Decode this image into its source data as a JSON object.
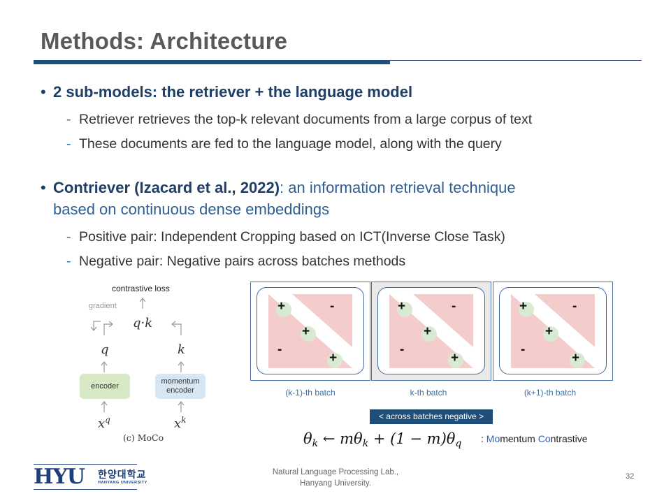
{
  "slide": {
    "title": "Methods: Architecture",
    "page_number": "32"
  },
  "bullets": [
    {
      "bold": "2 sub-models: the retriever + the language model",
      "normal": "",
      "subs": [
        "Retriever retrieves the top-k relevant documents from a large corpus of text",
        "These documents are fed to the language model, along with the query"
      ]
    },
    {
      "bold": "Contriever (Izacard et al., 2022)",
      "normal": ": an information retrieval technique",
      "line2": "based on continuous dense embeddings",
      "subs": [
        "Positive pair: Independent Cropping based on ICT(Inverse Close Task)",
        "Negative pair: Negative pairs across batches methods"
      ]
    }
  ],
  "sub_dash": "-",
  "bullet_dot": "•",
  "moco": {
    "contrastive_loss": "contrastive loss",
    "gradient": "gradient",
    "qk": "q·k",
    "q": "q",
    "k": "k",
    "encoder": "encoder",
    "momentum_encoder_1": "momentum",
    "momentum_encoder_2": "encoder",
    "xq_base": "x",
    "xq_sup": "q",
    "xk_base": "x",
    "xk_sup": "k",
    "caption": "(c) MoCo"
  },
  "batches": [
    {
      "label": "(k-1)-th batch",
      "highlighted": false
    },
    {
      "label": "k-th batch",
      "highlighted": true
    },
    {
      "label": "(k+1)-th batch",
      "highlighted": false
    }
  ],
  "signs": {
    "plus": "+",
    "minus": "-"
  },
  "across_label": "< across batches negative >",
  "equation": {
    "lhs": "θ",
    "lhs_sub": "k",
    "arrow": "←",
    "m1": "mθ",
    "m1_sub": "k",
    "plus": "+",
    "paren": "(1 − m)θ",
    "paren_sub": "q"
  },
  "equation_note": {
    "prefix": ": ",
    "mo": "Mo",
    "mentum": "mentum ",
    "co": "Co",
    "ntrastive": "ntrastive"
  },
  "footer": {
    "line1": "Natural Language Processing Lab.,",
    "line2": "Hanyang University."
  },
  "logo": {
    "letters": "HYU",
    "korean": "한양대학교",
    "english": "HANYANG UNIVERSITY"
  },
  "colors": {
    "accent": "#1f4e79",
    "title": "#595959",
    "pink": "#f4cccc",
    "green": "#d9ead3"
  }
}
